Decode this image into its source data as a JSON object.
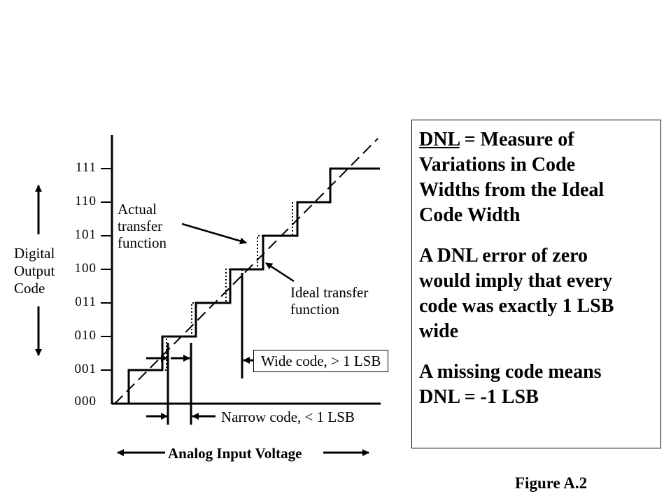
{
  "y_axis": {
    "label_lines": [
      "Digital",
      "Output",
      "Code"
    ],
    "codes": [
      "000",
      "001",
      "010",
      "011",
      "100",
      "101",
      "110",
      "111"
    ]
  },
  "x_axis": {
    "label": "Analog Input Voltage"
  },
  "annotations": {
    "actual": [
      "Actual",
      "transfer",
      "function"
    ],
    "ideal": [
      "Ideal transfer",
      "function"
    ],
    "wide_code": "Wide code, > 1 LSB",
    "narrow_code": "Narrow code, < 1 LSB"
  },
  "dnl_box": {
    "heading_term": "DNL",
    "heading_rest": " = Measure of",
    "heading_lines": [
      "Variations in Code",
      "Widths from the  Ideal",
      "Code Width"
    ],
    "para2": [
      "A DNL error of zero",
      "would imply that every",
      "code was exactly 1 LSB",
      "wide"
    ],
    "para3": [
      "A missing code means",
      "DNL = -1 LSB"
    ]
  },
  "figure_label": "Figure A.2",
  "colors": {
    "ink": "#000000",
    "background": "#ffffff"
  }
}
